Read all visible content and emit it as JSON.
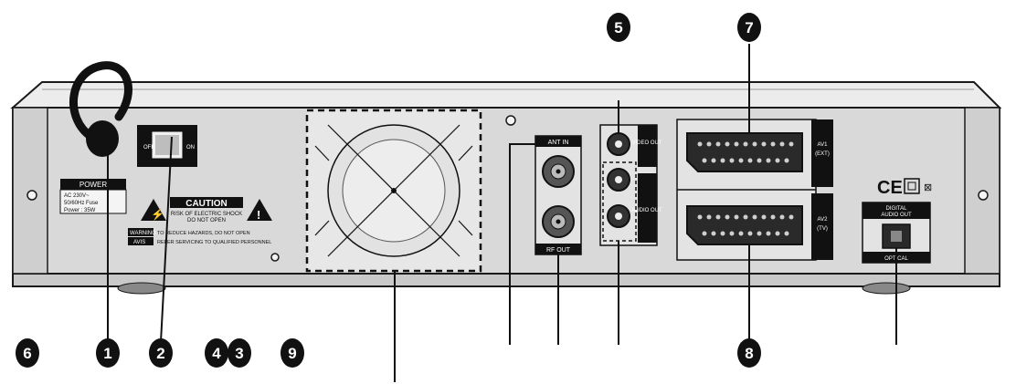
{
  "callouts": {
    "n1": "1",
    "n2": "2",
    "n3": "3",
    "n4": "4",
    "n5": "5",
    "n6": "6",
    "n7": "7",
    "n8": "8",
    "n9": "9"
  },
  "panel": {
    "power_label": "POWER",
    "power_spec_1": "AC 230V~",
    "power_spec_2": "50/60Hz   Fuse",
    "power_spec_3": "Power : 35W",
    "switch_on": "ON",
    "switch_off": "OFF",
    "caution_title": "CAUTION",
    "caution_line_1": "RISK OF ELECTRIC SHOCK",
    "caution_line_2": "DO NOT OPEN",
    "warning_label": "WARNING",
    "warning_line_1": "TO REDUCE HAZARDS, DO NOT OPEN",
    "warning_line_2": "REFER SERVICING TO QUALIFIED PERSONNEL",
    "avis_label": "AVIS",
    "ant_in": "ANT IN",
    "rf_out": "RF OUT",
    "video_out": "VIDEO OUT",
    "audio_out": "AUDIO OUT",
    "av1_label": "AV1",
    "av1_sub": "(EXT)",
    "av2_label": "AV2",
    "av2_sub": "(TV)",
    "digital_label_1": "DIGITAL",
    "digital_label_2": "AUDIO OUT",
    "optical": "OPTICAL",
    "ce_mark": "CE"
  },
  "colors": {
    "badge": "#111111",
    "chassis_face": "#dcdcdc",
    "chassis_top": "#ededed",
    "outline": "#1a1a1a"
  }
}
